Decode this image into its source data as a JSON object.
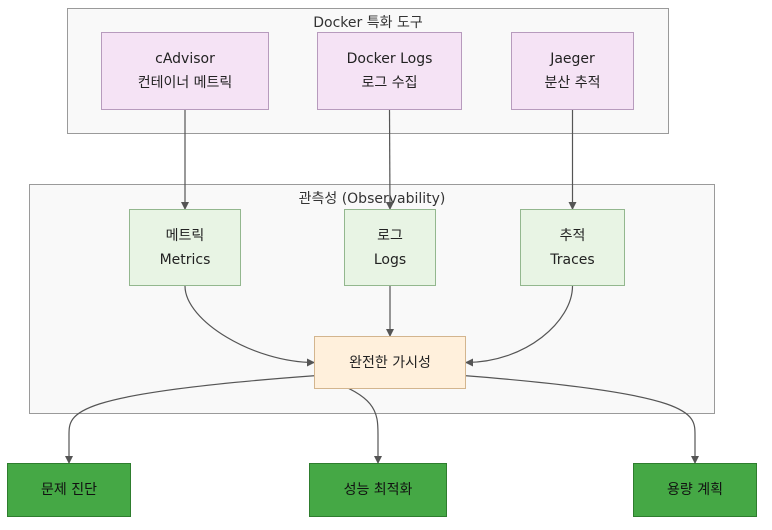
{
  "colors": {
    "tool_fill": "#f5e3f5",
    "pillar_fill": "#e8f4e4",
    "center_fill": "#fff0dc",
    "outcome_fill": "#45a845",
    "cluster_fill": "#f9f9f9",
    "edge": "#555555"
  },
  "clusters": {
    "docker_tools": {
      "title": "Docker 특화 도구"
    },
    "observability": {
      "title": "관측성 (Observability)"
    }
  },
  "nodes": {
    "cadvisor": {
      "line1": "cAdvisor",
      "line2": "컨테이너 메트릭"
    },
    "docker_logs": {
      "line1": "Docker Logs",
      "line2": "로그 수집"
    },
    "jaeger": {
      "line1": "Jaeger",
      "line2": "분산 추적"
    },
    "metrics": {
      "line1": "메트릭",
      "line2": "Metrics"
    },
    "logs": {
      "line1": "로그",
      "line2": "Logs"
    },
    "traces": {
      "line1": "추적",
      "line2": "Traces"
    },
    "full_visibility": {
      "line1": "완전한 가시성"
    },
    "troubleshooting": {
      "line1": "문제 진단"
    },
    "performance": {
      "line1": "성능 최적화"
    },
    "capacity": {
      "line1": "용량 계획"
    }
  },
  "edges": [
    {
      "from": "cadvisor",
      "to": "metrics"
    },
    {
      "from": "docker_logs",
      "to": "logs"
    },
    {
      "from": "jaeger",
      "to": "traces"
    },
    {
      "from": "metrics",
      "to": "full_visibility"
    },
    {
      "from": "logs",
      "to": "full_visibility"
    },
    {
      "from": "traces",
      "to": "full_visibility"
    },
    {
      "from": "full_visibility",
      "to": "troubleshooting"
    },
    {
      "from": "full_visibility",
      "to": "performance"
    },
    {
      "from": "full_visibility",
      "to": "capacity"
    }
  ]
}
